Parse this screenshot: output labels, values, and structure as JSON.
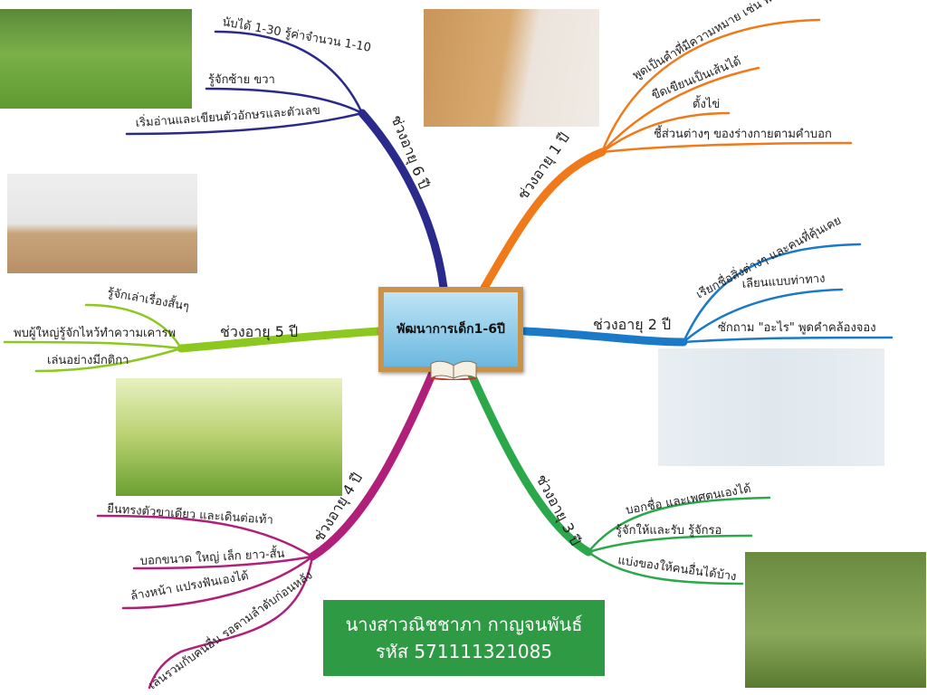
{
  "center": {
    "title": "พัฒนาการเด็ก1-6ปี"
  },
  "author": {
    "name": "นางสาวณิชชาภา กาญจนพันธ์",
    "id_line": "รหัส 571111321085"
  },
  "branches": {
    "age1": {
      "label": "ช่วงอายุ 1 ปี",
      "color": "#f07a1a",
      "items": [
        "พูดเป็นคำที่มีความหมาย เช่น พ่อ แม่",
        "ขีดเขียนเป็นเส้นได้",
        "ตั้งไข่",
        "ชี้ส่วนต่างๆ ของร่างกายตามคำบอก"
      ]
    },
    "age2": {
      "label": "ช่วงอายุ 2 ปี",
      "color": "#1a7ac8",
      "items": [
        "เรียกชื่อสิ่งต่างๆ และคนที่คุ้นเคย",
        "เลียนแบบท่าทาง",
        "ซักถาม \"อะไร\" พูดคำคล้องจอง"
      ]
    },
    "age3": {
      "label": "ช่วงอายุ 3 ปี",
      "color": "#2aa84a",
      "items": [
        "บอกชื่อ และเพศตนเองได้",
        "รู้จักให้และรับ รู้จักรอ",
        "แบ่งของให้คนอื่นได้บ้าง"
      ]
    },
    "age4": {
      "label": "ช่วงอายุ 4 ปี",
      "color": "#b0207a",
      "items": [
        "ยืนทรงตัวขาเดียว และเดินต่อเท้า",
        "บอกขนาด ใหญ่ เล็ก ยาว-สั้น",
        "ล้างหน้า แปรงฟันเองได้",
        "เล่นรวมกับคนอื่น รอตามลำดับก่อนหลัง"
      ]
    },
    "age5": {
      "label": "ช่วงอายุ 5 ปี",
      "color": "#8cc820",
      "items": [
        "รู้จักเล่าเรื่องสั้นๆ",
        "พบผู้ใหญ่รู้จักไหว้ทำความเคารพ",
        "เล่นอย่างมีกติกา"
      ]
    },
    "age6": {
      "label": "ช่วงอายุ 6 ปี",
      "color": "#2a2a8c",
      "items": [
        "นับได้ 1-30 รู้ค่าจำนวน 1-10",
        "รู้จักซ้าย ขวา",
        "เริ่มอ่านและเขียนตัวอักษรและตัวเลข"
      ]
    }
  }
}
